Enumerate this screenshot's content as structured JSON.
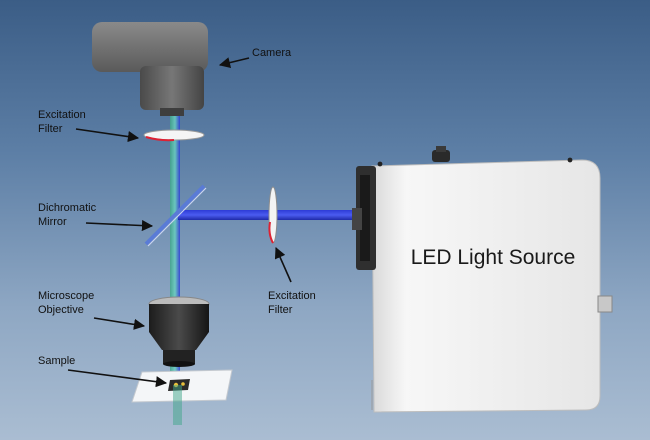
{
  "labels": {
    "camera": "Camera",
    "excitation_filter_top": [
      "Excitation",
      "Filter"
    ],
    "dichromatic_mirror": [
      "Dichromatic",
      "Mirror"
    ],
    "microscope_objective": [
      "Microscope",
      "Objective"
    ],
    "sample": "Sample",
    "excitation_filter_side": [
      "Excitation",
      "Filter"
    ]
  },
  "led_source": {
    "title": "LED Light Source"
  },
  "colors": {
    "background_top": "#3b5d86",
    "background_bottom": "#aabdd2",
    "beam_blue": "#2d3bd6",
    "beam_green": "#3fa58a",
    "camera_gray": "#6b6b6b",
    "housing_white": "#f2f2f2"
  }
}
